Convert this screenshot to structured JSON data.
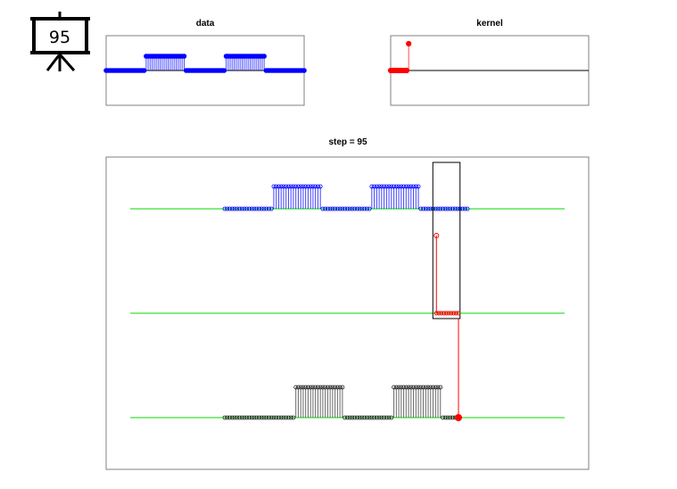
{
  "badge": {
    "icon": "presentation-board-icon",
    "value": "95"
  },
  "colors": {
    "data": "#0000ff",
    "kernel": "#ff0000",
    "output": "#000000",
    "baseline": "#00dd00",
    "axes": "#808080"
  },
  "chart_data": [
    {
      "id": "data",
      "type": "stem",
      "title": "data",
      "xlim": [
        0,
        99
      ],
      "ylim": [
        -1,
        1
      ],
      "n_samples": 100,
      "x": "0..99",
      "values_runs": [
        {
          "from": 0,
          "to": 19,
          "value": 0
        },
        {
          "from": 20,
          "to": 39,
          "value": 1
        },
        {
          "from": 40,
          "to": 59,
          "value": 0
        },
        {
          "from": 60,
          "to": 79,
          "value": 1
        },
        {
          "from": 80,
          "to": 99,
          "value": 0
        }
      ],
      "color": "blue"
    },
    {
      "id": "kernel",
      "type": "stem",
      "title": "kernel",
      "xlim": [
        0,
        99
      ],
      "ylim": [
        -1,
        1
      ],
      "n_samples": 10,
      "values": [
        0,
        0,
        0,
        0,
        0,
        0,
        0,
        0,
        0,
        1
      ],
      "color": "red"
    },
    {
      "id": "convolution-step",
      "type": "stem",
      "title": "step = 95",
      "step": 95,
      "xlim": [
        -40,
        140
      ],
      "traces": [
        {
          "name": "data",
          "offset_row": "top",
          "color": "blue",
          "n_samples": 100
        },
        {
          "name": "flipped-kernel",
          "offset_row": "middle",
          "color": "red",
          "window_start": 86,
          "window_end": 95,
          "spike_at": 86
        },
        {
          "name": "output",
          "offset_row": "bottom",
          "color": "black",
          "computed_through": 95,
          "values_runs": [
            {
              "from": 0,
              "to": 28,
              "value": 0
            },
            {
              "from": 29,
              "to": 48,
              "value": 1
            },
            {
              "from": 49,
              "to": 68,
              "value": 0
            },
            {
              "from": 69,
              "to": 88,
              "value": 1
            },
            {
              "from": 89,
              "to": 95,
              "value": 0
            }
          ]
        }
      ],
      "current_output_index": 95,
      "current_output_value": 0,
      "window_box": {
        "from": 86,
        "to": 96
      }
    }
  ]
}
